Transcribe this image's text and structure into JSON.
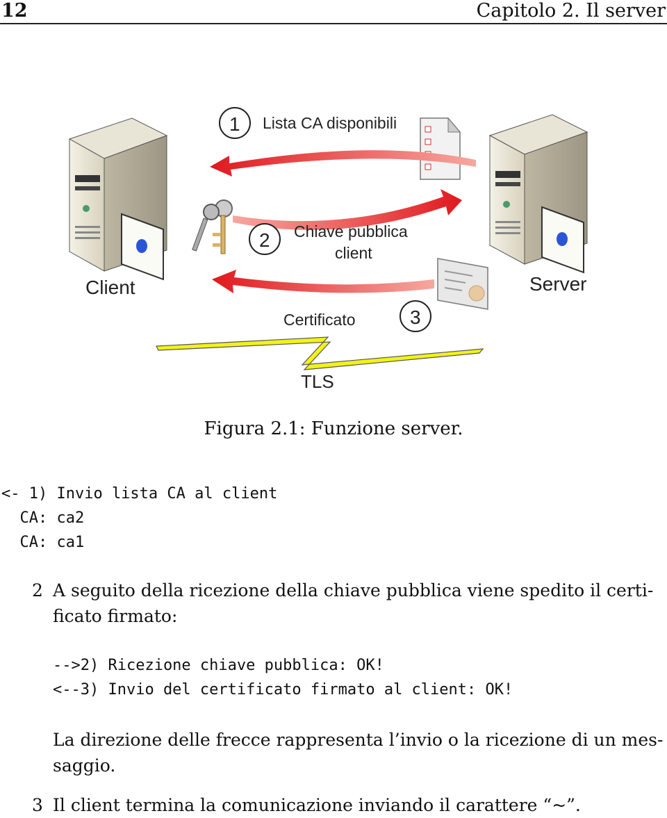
{
  "header": {
    "page_number": "12",
    "chapter": "Capitolo 2. Il server"
  },
  "figure": {
    "labels": {
      "step1": "1",
      "step1_text": "Lista CA disponibili",
      "step2": "2",
      "step2_text_a": "Chiave pubblica",
      "step2_text_b": "client",
      "step3": "3",
      "step3_text": "Certificato",
      "client": "Client",
      "server": "Server",
      "tls": "TLS"
    },
    "caption": "Figura 2.1: Funzione server."
  },
  "code1": [
    "<- 1) Invio lista CA al client",
    "  CA: ca2",
    "  CA: ca1"
  ],
  "item2": {
    "number": "2",
    "line1": "A seguito della ricezione della chiave pubblica viene spedito il certi-",
    "line2": "ficato firmato:"
  },
  "code2": [
    "-->2) Ricezione chiave pubblica: OK!",
    "<--3) Invio del certificato firmato al client: OK!"
  ],
  "para": {
    "line1": "La direzione delle frecce rappresenta l’invio o la ricezione di un mes-",
    "line2": "saggio."
  },
  "item3": {
    "number": "3",
    "text": "Il client termina la comunicazione inviando il carattere “~”."
  }
}
